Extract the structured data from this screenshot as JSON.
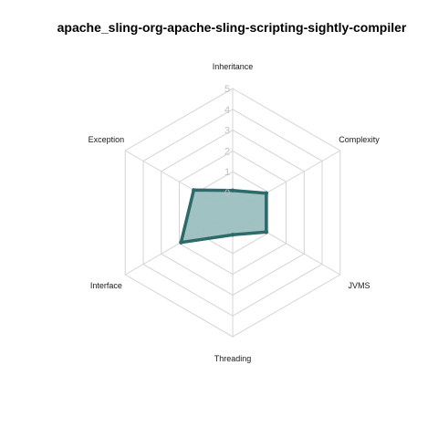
{
  "chart_data": {
    "type": "radar",
    "title": "apache_sling-org-apache-sling-scripting-sightly-compiler",
    "axes": [
      "Inheritance",
      "Complexity",
      "JVMS",
      "Threading",
      "Interface",
      "Exception"
    ],
    "ticks": [
      "0",
      "1",
      "2",
      "3",
      "4",
      "5"
    ],
    "rlim": [
      0,
      5
    ],
    "grid": true,
    "series": [
      {
        "values": [
          0.1,
          0.9,
          0.9,
          0.1,
          1.9,
          1.2
        ],
        "fill": "#9bbfbf",
        "stroke": "#2e6a6a"
      }
    ],
    "colors": {
      "grid": "#d4d4d4",
      "tick_text": "#c0c0c0"
    }
  }
}
